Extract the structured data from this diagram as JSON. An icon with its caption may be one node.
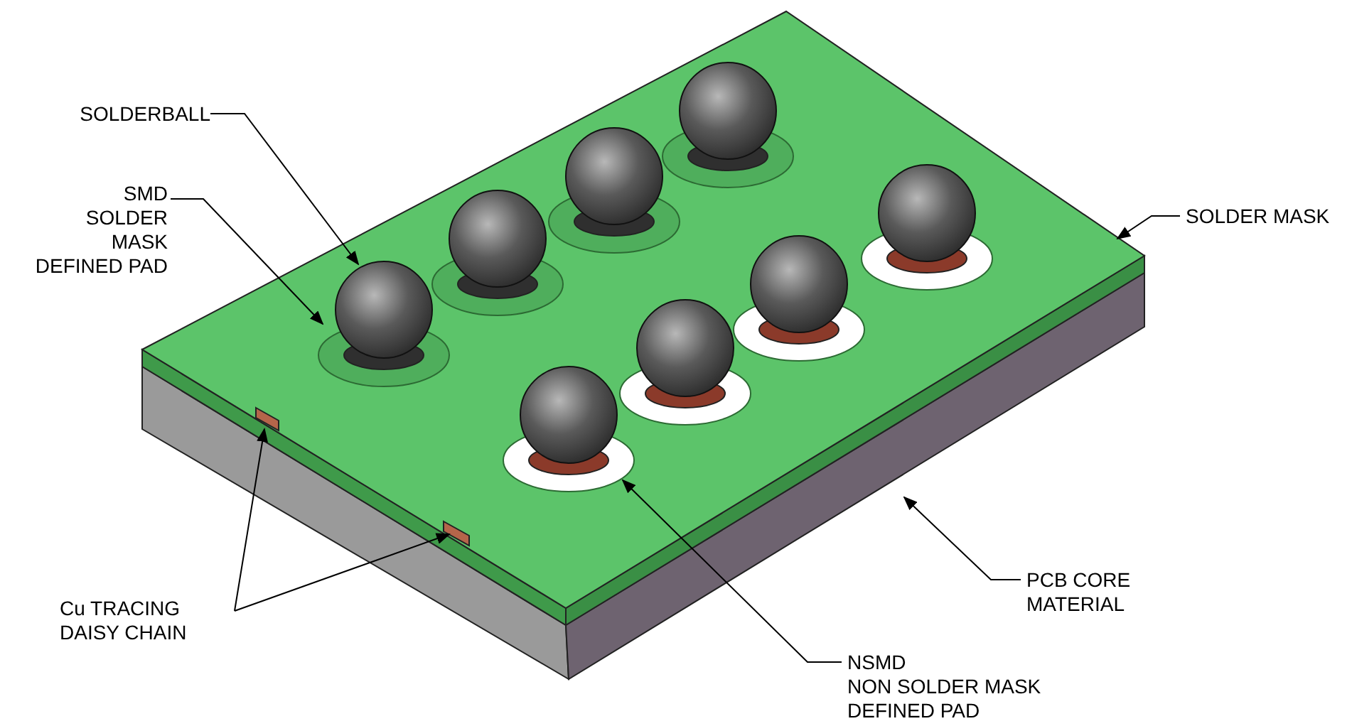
{
  "diagram": {
    "nodes": [
      {
        "text": [
          "SOLDERBALL"
        ]
      },
      {
        "text": [
          "SMD",
          "SOLDER MASK DEFINED PAD"
        ]
      },
      {
        "text": [
          "SOLDER MASK"
        ]
      },
      {
        "text": [
          "Cu TRACING DAISY CHAIN"
        ]
      },
      {
        "text": [
          "PCB CORE MATERIAL"
        ]
      },
      {
        "text": [
          "NSMD",
          "NON SOLDER MASK DEFINED PAD"
        ]
      }
    ],
    "edges": [
      {
        "from": 0,
        "to": null,
        "arrow": "to"
      },
      {
        "from": 1,
        "to": null,
        "arrow": "to"
      },
      {
        "from": 2,
        "to": null,
        "arrow": "to"
      },
      {
        "from": 3,
        "to": null,
        "arrow": "to"
      },
      {
        "from": 3,
        "to": null,
        "arrow": "to"
      },
      {
        "from": 4,
        "to": null,
        "arrow": "to"
      },
      {
        "from": 5,
        "to": null,
        "arrow": "to"
      }
    ]
  }
}
